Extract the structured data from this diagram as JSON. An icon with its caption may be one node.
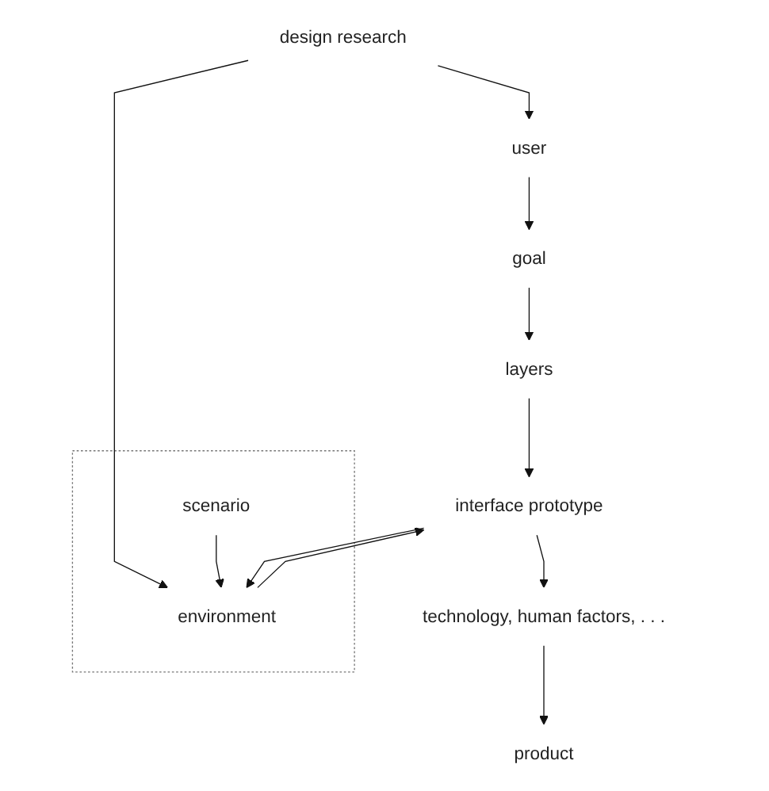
{
  "diagram": {
    "nodes": [
      {
        "text": [
          "design research"
        ]
      },
      {
        "text": [
          "user"
        ]
      },
      {
        "text": [],
        "shape": "box"
      },
      {
        "text": [
          "scenario"
        ],
        "in": 2
      },
      {
        "text": [
          "environment"
        ],
        "in": 2
      },
      {
        "text": [
          "goal"
        ]
      },
      {
        "text": [
          "layers"
        ]
      },
      {
        "text": [
          "interface prototype"
        ]
      },
      {
        "text": [
          "technology, human factors, . . ."
        ]
      },
      {
        "text": [
          "product"
        ]
      }
    ],
    "edges": [
      {
        "from": 0,
        "to": 1,
        "arrow": "to"
      },
      {
        "from": 0,
        "to": 4,
        "arrow": "to"
      },
      {
        "from": 3,
        "to": 4,
        "arrow": "to"
      },
      {
        "from": 1,
        "to": 5,
        "arrow": "to"
      },
      {
        "from": 5,
        "to": 6,
        "arrow": "to"
      },
      {
        "from": 6,
        "to": 7,
        "arrow": "to"
      },
      {
        "from": 4,
        "to": 7,
        "arrow": "to"
      },
      {
        "from": 7,
        "to": 4,
        "arrow": "to"
      },
      {
        "from": 7,
        "to": 8,
        "arrow": "to"
      },
      {
        "from": 8,
        "to": 9,
        "arrow": "to"
      }
    ]
  }
}
